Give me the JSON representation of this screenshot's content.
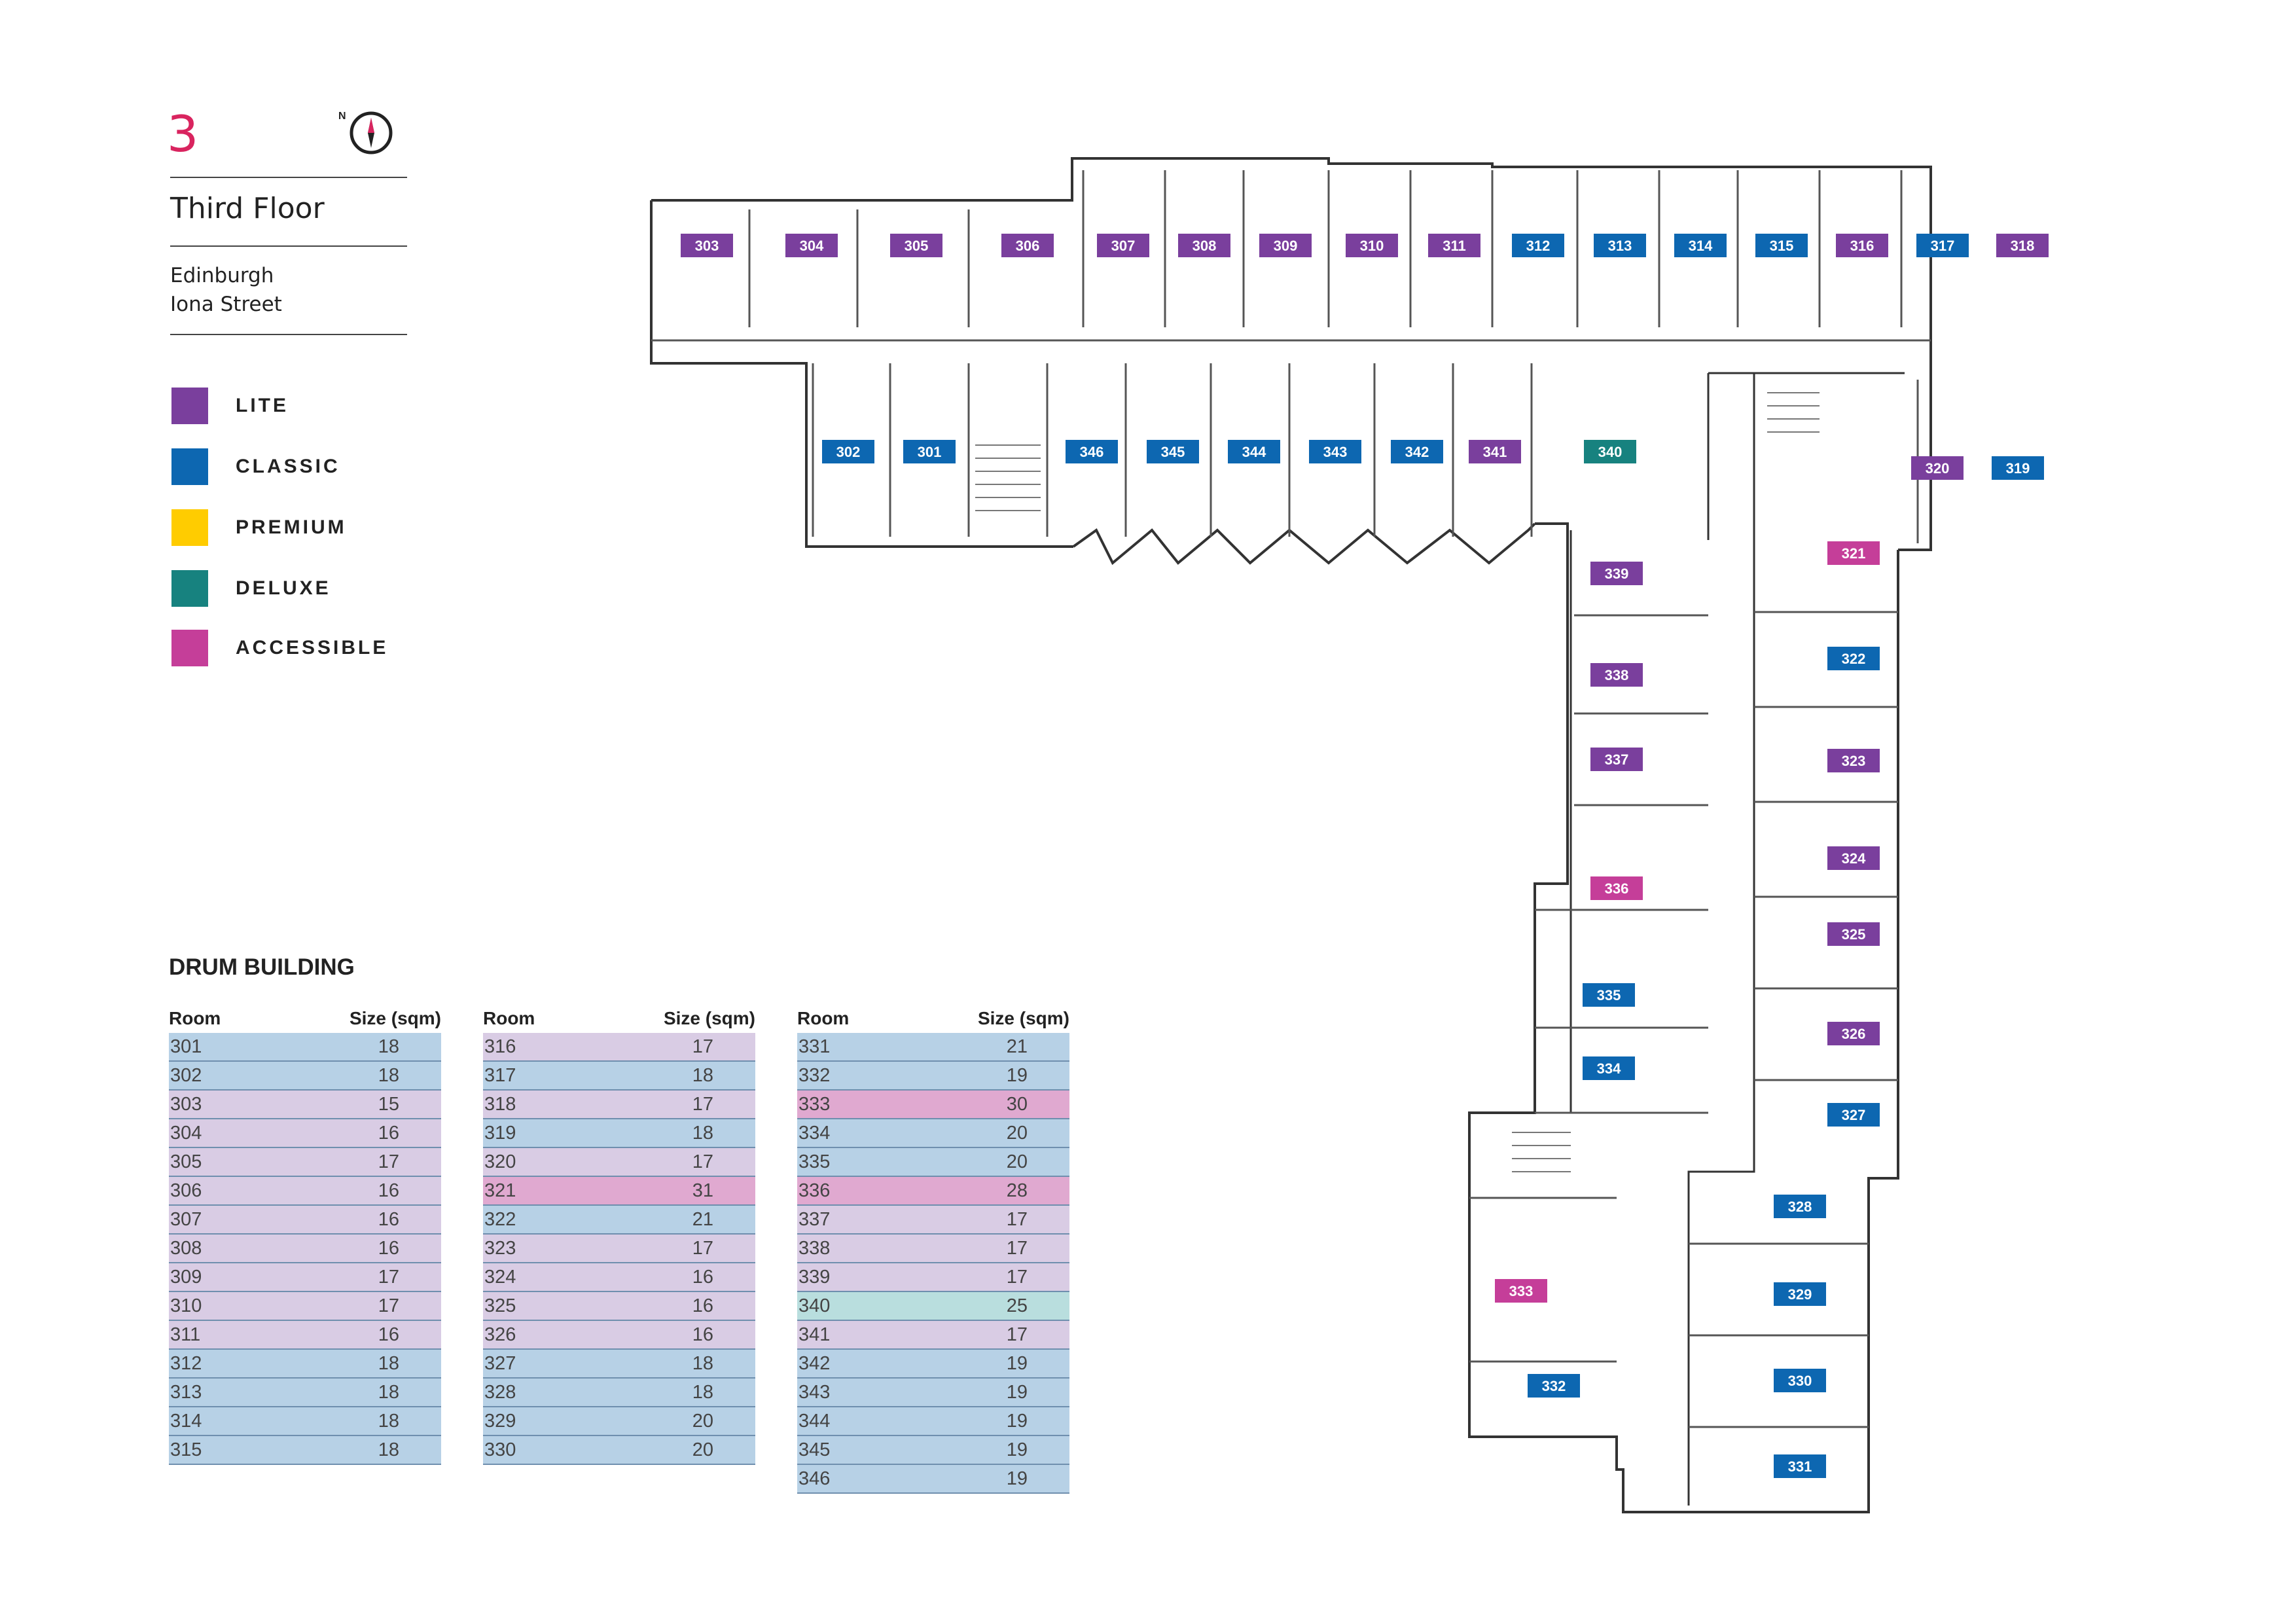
{
  "header": {
    "floor_number": "3",
    "floor_title": "Third Floor",
    "city": "Edinburgh",
    "street": "Iona Street",
    "compass_letter": "N"
  },
  "legend": [
    {
      "label": "LITE",
      "color": "#7a3f9d"
    },
    {
      "label": "CLASSIC",
      "color": "#0d67b1"
    },
    {
      "label": "PREMIUM",
      "color": "#ffcc00"
    },
    {
      "label": "DELUXE",
      "color": "#17827f"
    },
    {
      "label": "ACCESSIBLE",
      "color": "#c53e99"
    }
  ],
  "tier_fill_colors": {
    "LITE": "#d9cce4",
    "CLASSIC": "#b7d1e6",
    "DELUXE": "#b9dede",
    "ACCESSIBLE": "#e0a9d0"
  },
  "building": {
    "title": "DRUM BUILDING",
    "col_room": "Room",
    "col_size": "Size (sqm)"
  },
  "tables": [
    [
      {
        "room": "301",
        "size": "18",
        "tier": "CLASSIC"
      },
      {
        "room": "302",
        "size": "18",
        "tier": "CLASSIC"
      },
      {
        "room": "303",
        "size": "15",
        "tier": "LITE"
      },
      {
        "room": "304",
        "size": "16",
        "tier": "LITE"
      },
      {
        "room": "305",
        "size": "17",
        "tier": "LITE"
      },
      {
        "room": "306",
        "size": "16",
        "tier": "LITE"
      },
      {
        "room": "307",
        "size": "16",
        "tier": "LITE"
      },
      {
        "room": "308",
        "size": "16",
        "tier": "LITE"
      },
      {
        "room": "309",
        "size": "17",
        "tier": "LITE"
      },
      {
        "room": "310",
        "size": "17",
        "tier": "LITE"
      },
      {
        "room": "311",
        "size": "16",
        "tier": "LITE"
      },
      {
        "room": "312",
        "size": "18",
        "tier": "CLASSIC"
      },
      {
        "room": "313",
        "size": "18",
        "tier": "CLASSIC"
      },
      {
        "room": "314",
        "size": "18",
        "tier": "CLASSIC"
      },
      {
        "room": "315",
        "size": "18",
        "tier": "CLASSIC"
      }
    ],
    [
      {
        "room": "316",
        "size": "17",
        "tier": "LITE"
      },
      {
        "room": "317",
        "size": "18",
        "tier": "CLASSIC"
      },
      {
        "room": "318",
        "size": "17",
        "tier": "LITE"
      },
      {
        "room": "319",
        "size": "18",
        "tier": "CLASSIC"
      },
      {
        "room": "320",
        "size": "17",
        "tier": "LITE"
      },
      {
        "room": "321",
        "size": "31",
        "tier": "ACCESSIBLE"
      },
      {
        "room": "322",
        "size": "21",
        "tier": "CLASSIC"
      },
      {
        "room": "323",
        "size": "17",
        "tier": "LITE"
      },
      {
        "room": "324",
        "size": "16",
        "tier": "LITE"
      },
      {
        "room": "325",
        "size": "16",
        "tier": "LITE"
      },
      {
        "room": "326",
        "size": "16",
        "tier": "LITE"
      },
      {
        "room": "327",
        "size": "18",
        "tier": "CLASSIC"
      },
      {
        "room": "328",
        "size": "18",
        "tier": "CLASSIC"
      },
      {
        "room": "329",
        "size": "20",
        "tier": "CLASSIC"
      },
      {
        "room": "330",
        "size": "20",
        "tier": "CLASSIC"
      }
    ],
    [
      {
        "room": "331",
        "size": "21",
        "tier": "CLASSIC"
      },
      {
        "room": "332",
        "size": "19",
        "tier": "CLASSIC"
      },
      {
        "room": "333",
        "size": "30",
        "tier": "ACCESSIBLE"
      },
      {
        "room": "334",
        "size": "20",
        "tier": "CLASSIC"
      },
      {
        "room": "335",
        "size": "20",
        "tier": "CLASSIC"
      },
      {
        "room": "336",
        "size": "28",
        "tier": "ACCESSIBLE"
      },
      {
        "room": "337",
        "size": "17",
        "tier": "LITE"
      },
      {
        "room": "338",
        "size": "17",
        "tier": "LITE"
      },
      {
        "room": "339",
        "size": "17",
        "tier": "LITE"
      },
      {
        "room": "340",
        "size": "25",
        "tier": "DELUXE"
      },
      {
        "room": "341",
        "size": "17",
        "tier": "LITE"
      },
      {
        "room": "342",
        "size": "19",
        "tier": "CLASSIC"
      },
      {
        "room": "343",
        "size": "19",
        "tier": "CLASSIC"
      },
      {
        "room": "344",
        "size": "19",
        "tier": "CLASSIC"
      },
      {
        "room": "345",
        "size": "19",
        "tier": "CLASSIC"
      },
      {
        "room": "346",
        "size": "19",
        "tier": "CLASSIC"
      }
    ]
  ],
  "plan_rooms": [
    {
      "room": "303",
      "tier": "LITE"
    },
    {
      "room": "304",
      "tier": "LITE"
    },
    {
      "room": "305",
      "tier": "LITE"
    },
    {
      "room": "306",
      "tier": "LITE"
    },
    {
      "room": "307",
      "tier": "LITE"
    },
    {
      "room": "308",
      "tier": "LITE"
    },
    {
      "room": "309",
      "tier": "LITE"
    },
    {
      "room": "310",
      "tier": "LITE"
    },
    {
      "room": "311",
      "tier": "LITE"
    },
    {
      "room": "312",
      "tier": "CLASSIC"
    },
    {
      "room": "313",
      "tier": "CLASSIC"
    },
    {
      "room": "314",
      "tier": "CLASSIC"
    },
    {
      "room": "315",
      "tier": "CLASSIC"
    },
    {
      "room": "316",
      "tier": "LITE"
    },
    {
      "room": "317",
      "tier": "CLASSIC"
    },
    {
      "room": "318",
      "tier": "LITE"
    },
    {
      "room": "302",
      "tier": "CLASSIC"
    },
    {
      "room": "301",
      "tier": "CLASSIC"
    },
    {
      "room": "346",
      "tier": "CLASSIC"
    },
    {
      "room": "345",
      "tier": "CLASSIC"
    },
    {
      "room": "344",
      "tier": "CLASSIC"
    },
    {
      "room": "343",
      "tier": "CLASSIC"
    },
    {
      "room": "342",
      "tier": "CLASSIC"
    },
    {
      "room": "341",
      "tier": "LITE"
    },
    {
      "room": "340",
      "tier": "DELUXE"
    },
    {
      "room": "320",
      "tier": "LITE"
    },
    {
      "room": "319",
      "tier": "CLASSIC"
    },
    {
      "room": "321",
      "tier": "ACCESSIBLE"
    },
    {
      "room": "339",
      "tier": "LITE"
    },
    {
      "room": "322",
      "tier": "CLASSIC"
    },
    {
      "room": "338",
      "tier": "LITE"
    },
    {
      "room": "337",
      "tier": "LITE"
    },
    {
      "room": "323",
      "tier": "LITE"
    },
    {
      "room": "324",
      "tier": "LITE"
    },
    {
      "room": "336",
      "tier": "ACCESSIBLE"
    },
    {
      "room": "325",
      "tier": "LITE"
    },
    {
      "room": "335",
      "tier": "CLASSIC"
    },
    {
      "room": "326",
      "tier": "LITE"
    },
    {
      "room": "334",
      "tier": "CLASSIC"
    },
    {
      "room": "327",
      "tier": "CLASSIC"
    },
    {
      "room": "328",
      "tier": "CLASSIC"
    },
    {
      "room": "329",
      "tier": "CLASSIC"
    },
    {
      "room": "333",
      "tier": "ACCESSIBLE"
    },
    {
      "room": "330",
      "tier": "CLASSIC"
    },
    {
      "room": "332",
      "tier": "CLASSIC"
    },
    {
      "room": "331",
      "tier": "CLASSIC"
    }
  ]
}
